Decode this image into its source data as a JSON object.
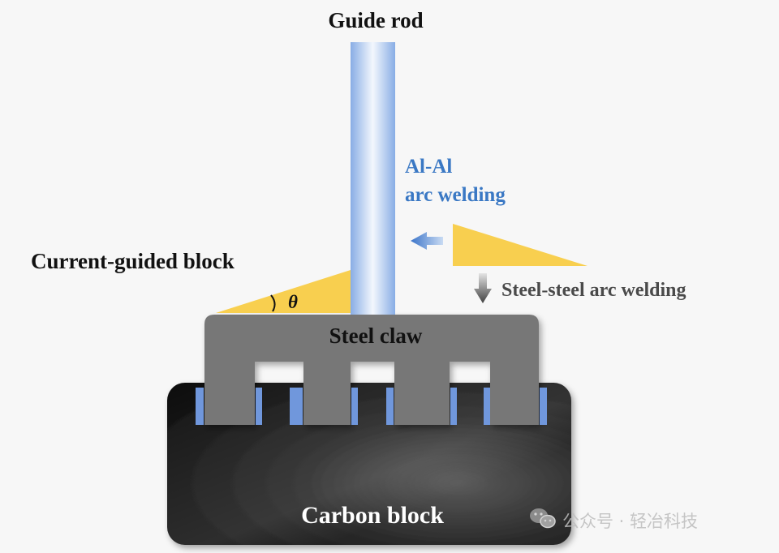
{
  "labels": {
    "guide_rod": "Guide rod",
    "al_al_line1": "Al-Al",
    "al_al_line2": "arc welding",
    "current_guided_block": "Current-guided block",
    "theta": "θ",
    "steel_steel": "Steel-steel arc welding",
    "steel_claw": "Steel claw",
    "carbon_block": "Carbon block"
  },
  "watermark": {
    "icon": "wechat-icon",
    "text": "公众号 · 轻冶科技"
  },
  "colors": {
    "background": "#f7f7f7",
    "rod_edge": "#8fb2e6",
    "rod_center": "#f2f6fc",
    "wedge_yellow": "#f8cf4f",
    "steel_gray": "#757575",
    "carbon_dark": "#1a1a1a",
    "interface_blue": "#6d8fd8",
    "al_label_blue": "#3a78c4",
    "text_dark": "#111111",
    "text_gray": "#4a4a4a"
  }
}
